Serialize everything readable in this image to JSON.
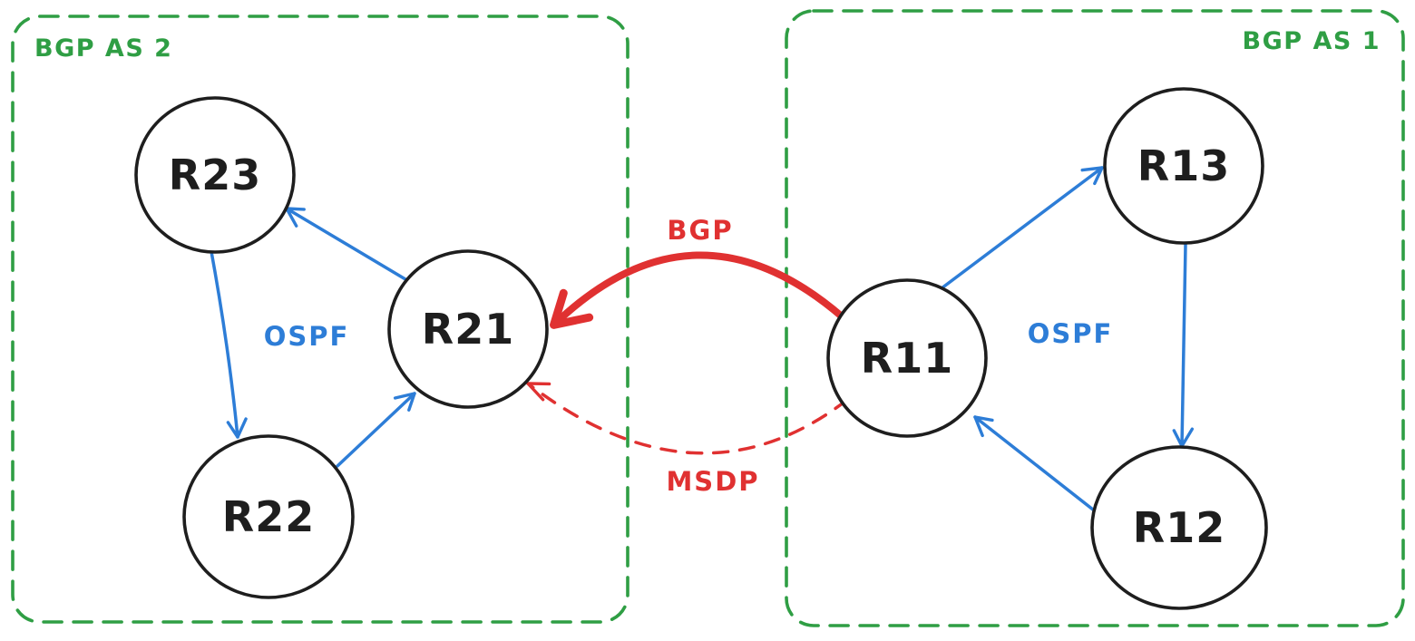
{
  "diagram": {
    "type": "network-topology",
    "style": "hand-drawn",
    "background_color": "#ffffff",
    "colors": {
      "as_box": "#2f9e44",
      "ospf_link": "#2d7dd7",
      "bgp_link": "#e03131",
      "msdp_link": "#e03131",
      "node_stroke": "#1e1e1e",
      "node_fill": "#ffffff"
    },
    "groups": [
      {
        "id": "as2",
        "label": "BGP AS 2",
        "border": "dashed",
        "label_position": "top-left"
      },
      {
        "id": "as1",
        "label": "BGP AS 1",
        "border": "dashed",
        "label_position": "top-right"
      }
    ],
    "nodes": [
      {
        "id": "r23",
        "label": "R23",
        "group": "BGP AS 2",
        "shape": "circle"
      },
      {
        "id": "r21",
        "label": "R21",
        "group": "BGP AS 2",
        "shape": "circle"
      },
      {
        "id": "r22",
        "label": "R22",
        "group": "BGP AS 2",
        "shape": "circle"
      },
      {
        "id": "r11",
        "label": "R11",
        "group": "BGP AS 1",
        "shape": "circle"
      },
      {
        "id": "r13",
        "label": "R13",
        "group": "BGP AS 1",
        "shape": "circle"
      },
      {
        "id": "r12",
        "label": "R12",
        "group": "BGP AS 1",
        "shape": "circle"
      }
    ],
    "edges": [
      {
        "from": "R21",
        "to": "R23",
        "protocol": "OSPF",
        "color": "blue",
        "line": "solid",
        "arrow": "single"
      },
      {
        "from": "R23",
        "to": "R22",
        "protocol": "OSPF",
        "color": "blue",
        "line": "solid",
        "arrow": "single"
      },
      {
        "from": "R22",
        "to": "R21",
        "protocol": "OSPF",
        "color": "blue",
        "line": "solid",
        "arrow": "single"
      },
      {
        "from": "R11",
        "to": "R13",
        "protocol": "OSPF",
        "color": "blue",
        "line": "solid",
        "arrow": "single"
      },
      {
        "from": "R13",
        "to": "R12",
        "protocol": "OSPF",
        "color": "blue",
        "line": "solid",
        "arrow": "single"
      },
      {
        "from": "R12",
        "to": "R11",
        "protocol": "OSPF",
        "color": "blue",
        "line": "solid",
        "arrow": "single"
      },
      {
        "from": "R11",
        "to": "R21",
        "protocol": "BGP",
        "color": "red",
        "line": "solid-thick",
        "arrow": "single"
      },
      {
        "from": "R11",
        "to": "R21",
        "protocol": "MSDP",
        "color": "red",
        "line": "dashed",
        "arrow": "single"
      }
    ],
    "protocol_labels": {
      "ospf_as2": "OSPF",
      "ospf_as1": "OSPF",
      "bgp": "BGP",
      "msdp": "MSDP"
    }
  }
}
